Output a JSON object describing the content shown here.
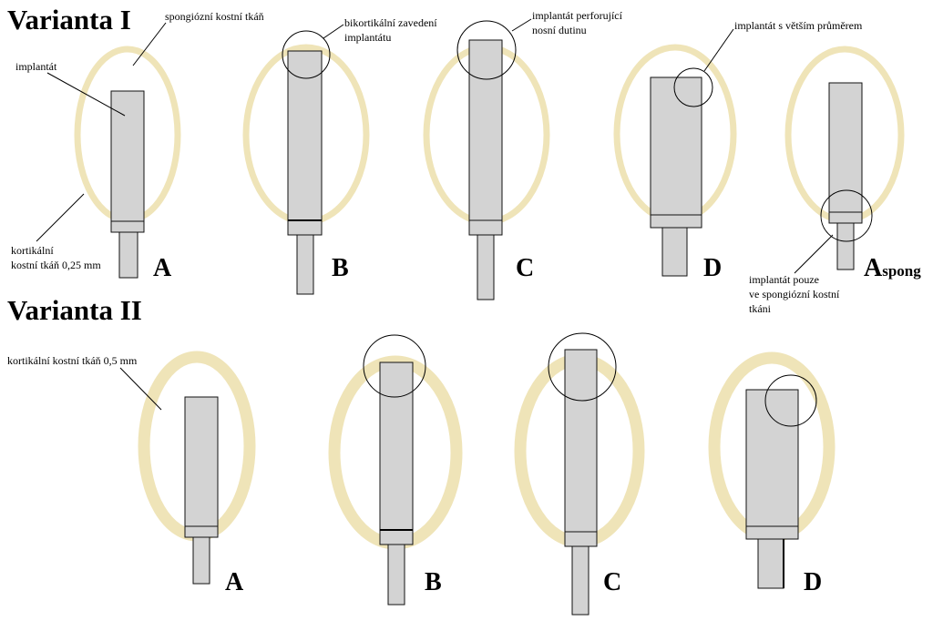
{
  "headings": {
    "variant1": "Varianta I",
    "variant2": "Varianta II"
  },
  "annotations": {
    "spongiosa": "spongiózní kostní tkáň",
    "implant": "implantát",
    "cortical_025_line1": "kortikální",
    "cortical_025_line2": "kostní tkáň 0,25 mm",
    "bicortical_line1": "bikortikální zavedení",
    "bicortical_line2": "implantátu",
    "perforating_line1": "implantát perforující",
    "perforating_line2": "nosní dutinu",
    "larger_diameter": "implantát s větším průměrem",
    "spong_only_line1": "implantát pouze",
    "spong_only_line2": "ve spongiózní kostní",
    "spong_only_line3": "tkáni",
    "cortical_05": "kortikální kostní tkáň 0,5 mm"
  },
  "panels": {
    "v1": [
      "A",
      "B",
      "C",
      "D"
    ],
    "v1_spong_main": "A",
    "v1_spong_sub": "spong",
    "v2": [
      "A",
      "B",
      "C",
      "D"
    ]
  },
  "colors": {
    "bone": "#efe4b8",
    "implant": "#d3d3d3",
    "outline": "#111111"
  }
}
